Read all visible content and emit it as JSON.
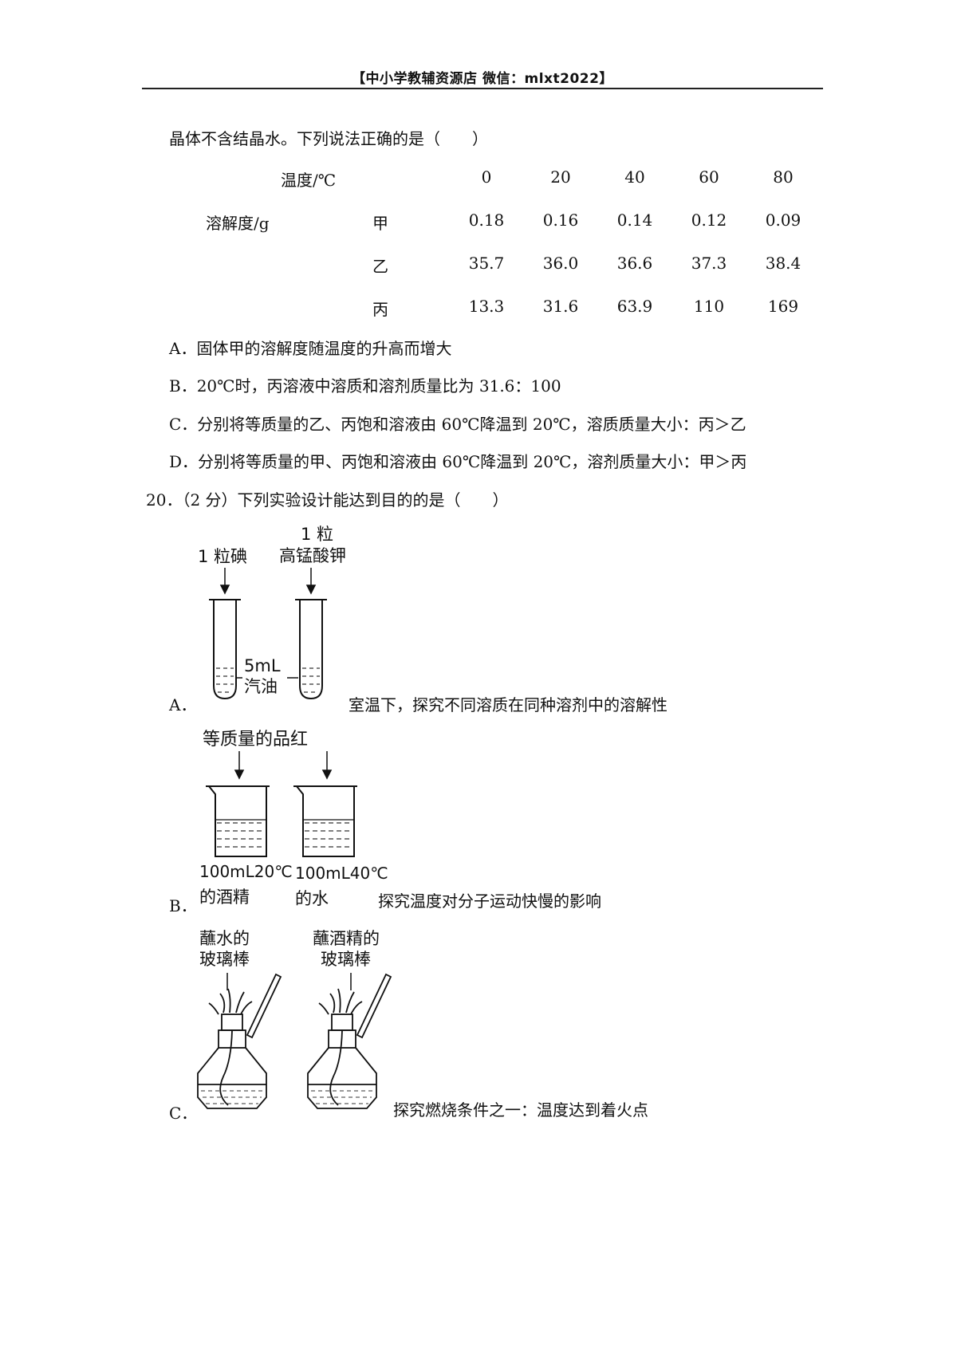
{
  "header": {
    "text": "【中小学教辅资源店 微信：mlxt2022】"
  },
  "q19": {
    "intro": "晶体不含结晶水。下列说法正确的是（　　）",
    "table": {
      "temp_label": "温度/℃",
      "temps": [
        "0",
        "20",
        "40",
        "60",
        "80"
      ],
      "solubility_label": "溶解度/g",
      "rows": [
        {
          "name": "甲",
          "values": [
            "0.18",
            "0.16",
            "0.14",
            "0.12",
            "0.09"
          ]
        },
        {
          "name": "乙",
          "values": [
            "35.7",
            "36.0",
            "36.6",
            "37.3",
            "38.4"
          ]
        },
        {
          "name": "丙",
          "values": [
            "13.3",
            "31.6",
            "63.9",
            "110",
            "169"
          ]
        }
      ]
    },
    "options": {
      "A": "A．固体甲的溶解度随温度的升高而增大",
      "B": "B．20℃时，丙溶液中溶质和溶剂质量比为 31.6：100",
      "C": "C．分别将等质量的乙、丙饱和溶液由 60℃降温到 20℃，溶质质量大小：丙＞乙",
      "D": "D．分别将等质量的甲、丙饱和溶液由 60℃降温到 20℃，溶剂质量大小：甲＞丙"
    }
  },
  "q20": {
    "stem": "20．（2 分）下列实验设计能达到目的的是（　　）",
    "A": {
      "letter": "A．",
      "label_iodine": "1 粒碘",
      "label_kmno4_1": "1 粒",
      "label_kmno4_2": "高锰酸钾",
      "label_vol": "5mL",
      "label_solvent": "汽油",
      "desc": "室温下，探究不同溶质在同种溶剂中的溶解性"
    },
    "B": {
      "letter": "B．",
      "label_top": "等质量的品红",
      "label_left_1": "100mL20℃",
      "label_left_2": "的酒精",
      "label_right_1": "100mL40℃",
      "label_right_2": "的水",
      "desc": "探究温度对分子运动快慢的影响"
    },
    "C": {
      "letter": "C．",
      "label_left_1": "蘸水的",
      "label_left_2": "玻璃棒",
      "label_right_1": "蘸酒精的",
      "label_right_2": "玻璃棒",
      "desc": "探究燃烧条件之一：温度达到着火点"
    }
  }
}
